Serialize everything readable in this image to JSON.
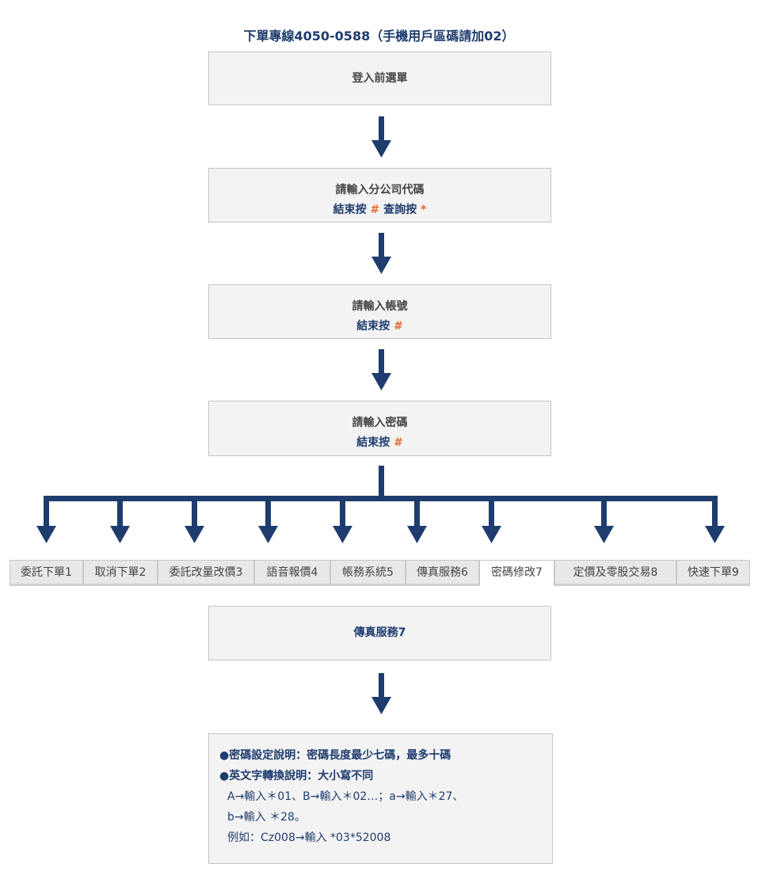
{
  "header": {
    "hotline": "下單專線4050-0588（手機用戶區碼請加02）"
  },
  "steps": {
    "menu": "登入前選單",
    "branch": {
      "line1": "請輸入分公司代碼",
      "line2_pre": "結束按",
      "key1": "#",
      "line2_mid": "查詢按",
      "key2": "*"
    },
    "account": {
      "line1": "請輸入帳號",
      "line2_pre": "結束按",
      "key1": "#"
    },
    "password": {
      "line1": "請輸入密碼",
      "line2_pre": "結束按",
      "key1": "#"
    }
  },
  "tabs": [
    {
      "label": "委託下單1"
    },
    {
      "label": "取消下單2"
    },
    {
      "label": "委託改量改價3"
    },
    {
      "label": "語音報價4"
    },
    {
      "label": "帳務系統5"
    },
    {
      "label": "傳真服務6"
    },
    {
      "label": "密碼修改7"
    },
    {
      "label": "定價及零股交易8"
    },
    {
      "label": "快速下單9"
    }
  ],
  "active_tab_index": 6,
  "selected": {
    "title": "傳真服務7"
  },
  "notes": {
    "line1": "●密碼設定說明：密碼長度最少七碼，最多十碼",
    "line2": "●英文字轉換說明：大小寫不同",
    "line3": "A→輸入＊01、B→輸入＊02…；a→輸入＊27、",
    "line4": "b→輸入 ＊28。",
    "line5": "例如：Cz008→輸入 *03*52008"
  },
  "colors": {
    "arrow": "#1e3c6e",
    "accent": "#e36b2b",
    "box": "#f3f3f3"
  }
}
